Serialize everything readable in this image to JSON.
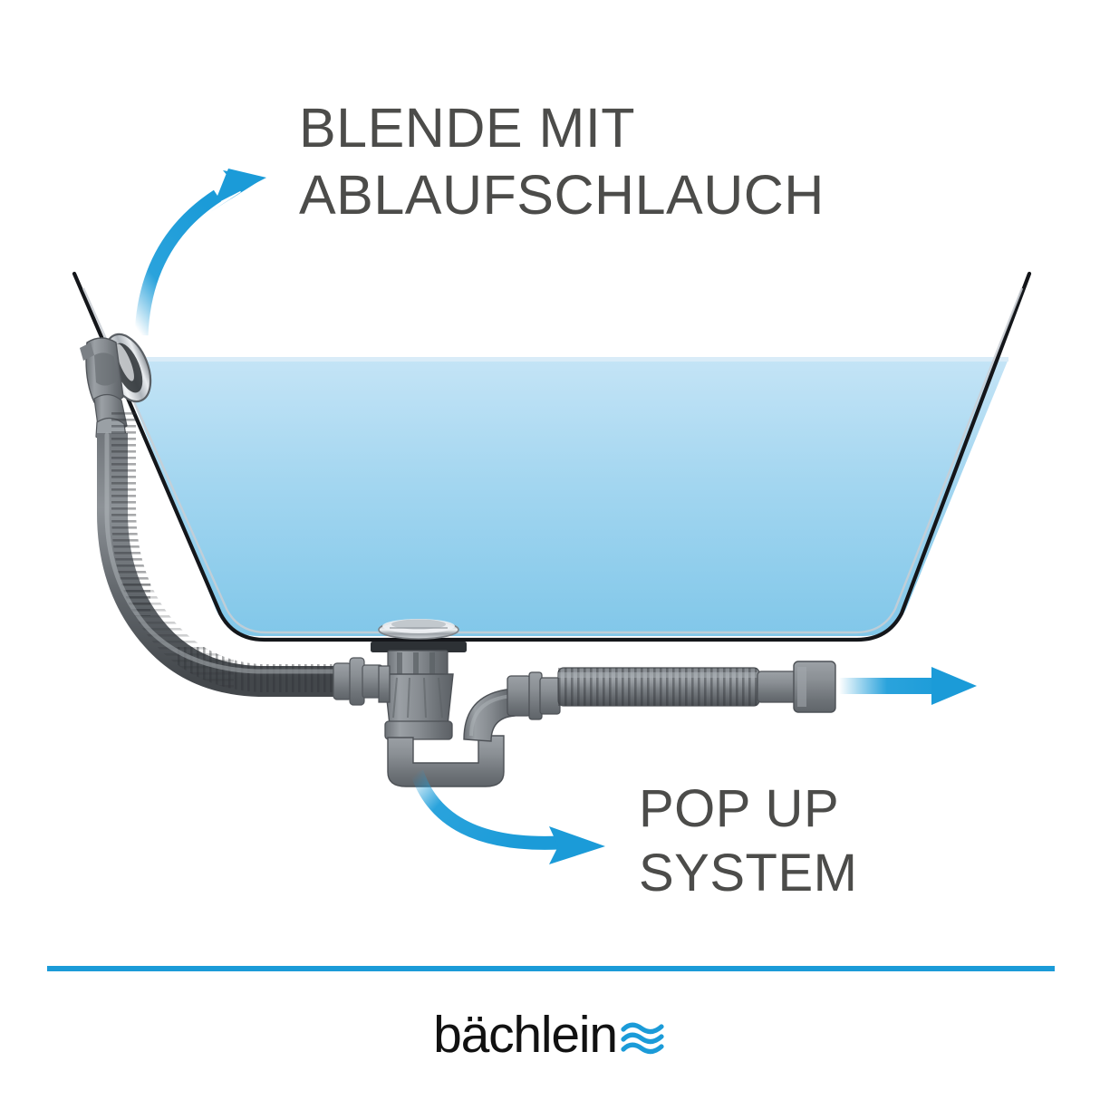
{
  "meta": {
    "background_color": "#ffffff",
    "accent_blue": "#1b9bd8",
    "text_gray": "#4c4c4a"
  },
  "callouts": {
    "top": {
      "text": "BLENDE MIT\nABLAUFSCHLAUCH",
      "line1": "BLENDE MIT",
      "line2": "ABLAUFSCHLAUCH",
      "color": "#4c4c4a"
    },
    "bottom": {
      "text": "POP UP\nSYSTEM",
      "line1": "POP UP",
      "line2": "SYSTEM",
      "color": "#4c4c4a"
    }
  },
  "arrows": {
    "top_left": {
      "name": "curved-arrow-up-right",
      "color": "#1b9bd8",
      "direction": "up-right"
    },
    "bottom_center": {
      "name": "curved-arrow-down-right",
      "color": "#1b9bd8",
      "direction": "down-right"
    },
    "right_outlet": {
      "name": "straight-arrow-right",
      "color": "#1b9bd8",
      "direction": "right"
    }
  },
  "illustration": {
    "bathtub": {
      "outline_color": "#14161a",
      "water_top_color": "#bfe2f5",
      "water_bottom_color": "#82c8e9"
    },
    "parts": {
      "overflow_trim": "chrome oval cover plate",
      "overflow_hose": "corrugated flexible hose",
      "pop_up_cap": "chrome pop-up waste cap",
      "trap": "U-shaped trap body",
      "drain_hose": "corrugated flexible drain hose",
      "outlet_fitting": "cylindrical outlet connector"
    },
    "plastic_color": "#7e8287",
    "chrome_color": "#d9dcdf"
  },
  "divider": {
    "color": "#1b9bd8"
  },
  "logo": {
    "wordmark": "bächlein",
    "wave_icon": "triple-wave-icon",
    "wordmark_color": "#111111",
    "wave_color": "#1b9bd8"
  }
}
